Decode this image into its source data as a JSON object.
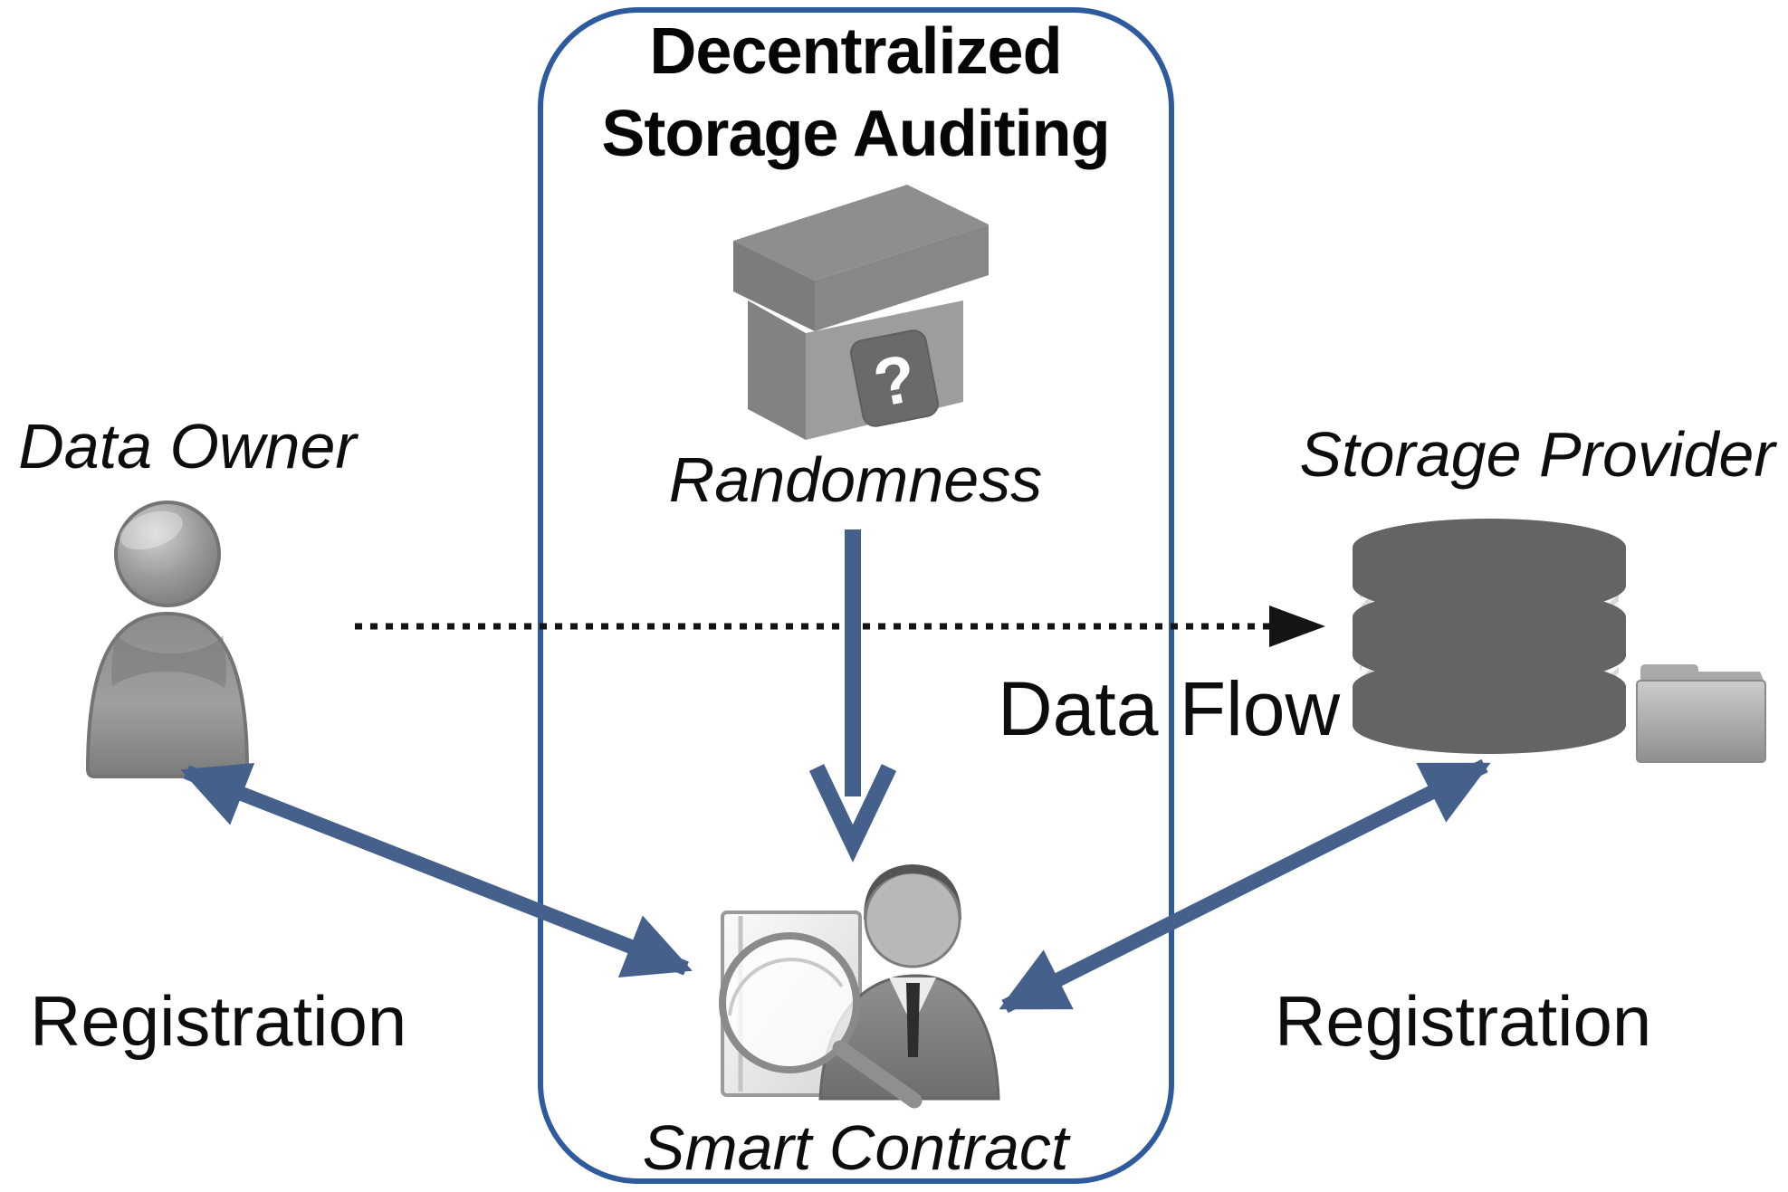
{
  "figure": {
    "title_line1": "Decentralized",
    "title_line2": "Storage Auditing",
    "labels": {
      "randomness": "Randomness",
      "smart_contract": "Smart Contract",
      "data_owner": "Data Owner",
      "storage_provider": "Storage Provider",
      "data_flow": "Data Flow",
      "registration_left": "Registration",
      "registration_right": "Registration"
    },
    "icons": {
      "mystery_box_glyph": "?",
      "names": [
        "mystery-box-icon",
        "auditor-icon",
        "person-icon",
        "database-icon",
        "folder-icon"
      ]
    },
    "colors": {
      "box_border": "#2e5b9e",
      "arrow": "#46608c",
      "dotted_arrow": "#141414",
      "text": "#0d0d0d",
      "icon_gray": "#7d7d7d"
    }
  }
}
